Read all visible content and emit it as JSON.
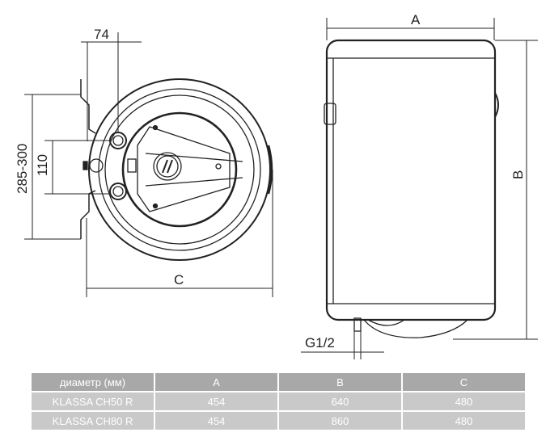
{
  "dimensions": {
    "front_offset": "74",
    "mount_range": "285-300",
    "pipe_spacing": "110",
    "diameter_label": "C",
    "width_label": "A",
    "height_label": "B",
    "thread_label": "G1/2"
  },
  "table": {
    "headers": [
      "диаметр (мм)",
      "A",
      "B",
      "C"
    ],
    "rows": [
      [
        "KLASSA CH50 R",
        "454",
        "640",
        "480"
      ],
      [
        "KLASSA CH80 R",
        "454",
        "860",
        "480"
      ]
    ]
  }
}
